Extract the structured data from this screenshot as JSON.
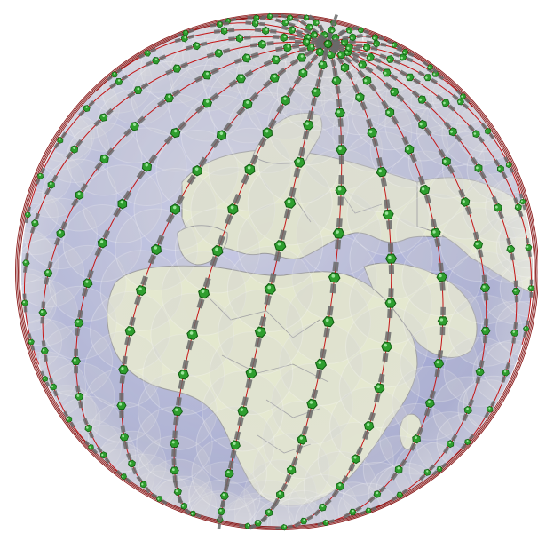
{
  "figure": {
    "description_visible_text": "",
    "colors": {
      "background": "#ffffff",
      "ocean": "#7f86c9",
      "land": "#e7ecc6",
      "coverage_footprint": "#c9c9cc",
      "orbit_line": "#c41616",
      "satellite": "#2e9e2e",
      "satellite_outline": "#0f5a0f",
      "solar_panel": "#6a6a6a",
      "coastline": "#6a6a6a"
    },
    "orbit_count": 24,
    "satellites_per_orbit": 18,
    "icons": [
      "satellite-icon",
      "solar-panel"
    ]
  }
}
